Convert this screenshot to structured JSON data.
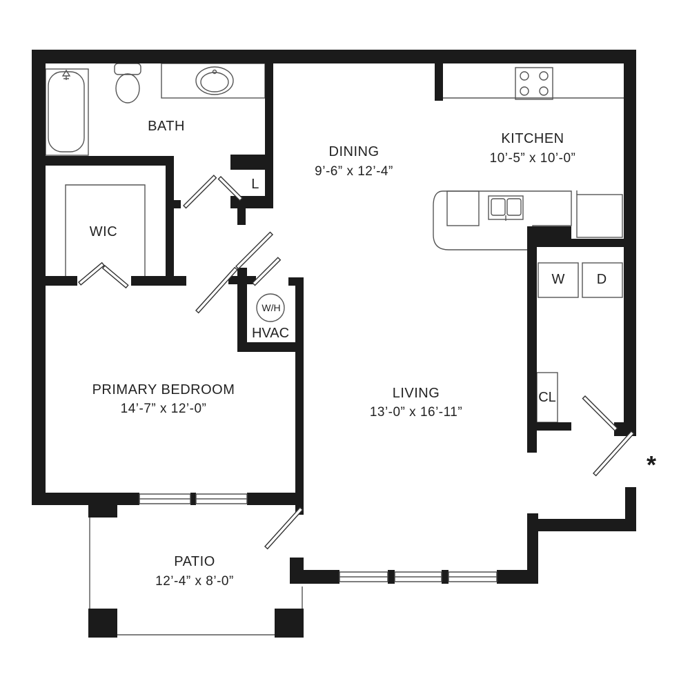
{
  "rooms": {
    "bath": {
      "name": "BATH"
    },
    "wic": {
      "name": "WIC"
    },
    "laundry_closet": {
      "name": "L"
    },
    "dining": {
      "name": "DINING",
      "dims": "9’-6” x 12’-4”"
    },
    "kitchen": {
      "name": "KITCHEN",
      "dims": "10’-5” x 10’-0”"
    },
    "primary_bedroom": {
      "name": "PRIMARY BEDROOM",
      "dims": "14’-7” x 12’-0”"
    },
    "living": {
      "name": "LIVING",
      "dims": "13’-0” x 16’-11”"
    },
    "patio": {
      "name": "PATIO",
      "dims": "12’-4” x 8’-0”"
    },
    "closet": {
      "name": "CL"
    }
  },
  "fixtures": {
    "water_heater": "W/H",
    "hvac": "HVAC",
    "washer": "W",
    "dryer": "D"
  },
  "entry_marker": "*"
}
